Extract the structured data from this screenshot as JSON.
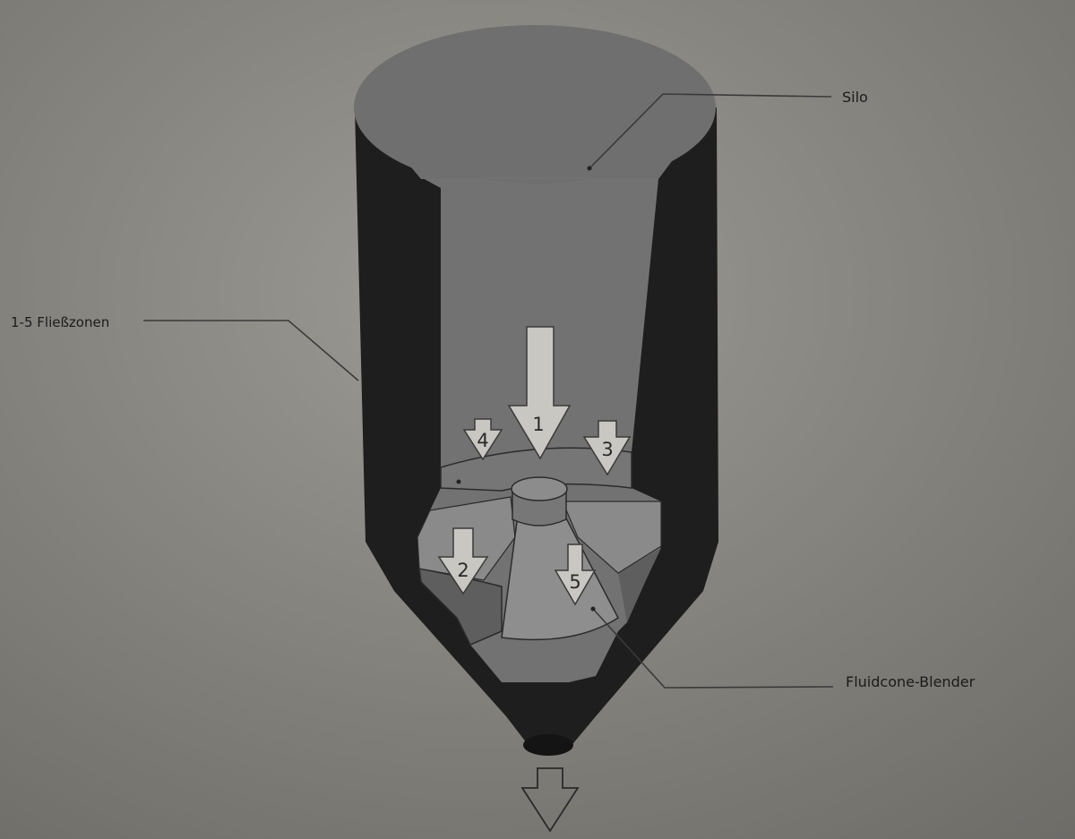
{
  "labels": {
    "silo": "Silo",
    "flow_zones": "1-5 Fließzonen",
    "blender": "Fluidcone-Blender"
  },
  "zone_numbers": [
    "1",
    "2",
    "3",
    "4",
    "5"
  ],
  "colors": {
    "background": "#8c8a84",
    "silo_wall": "#1e1e1e",
    "silo_interior": "#6f6f6f",
    "arrow_fill": "#c9c7c1",
    "leader_line": "#3a3a3a"
  }
}
